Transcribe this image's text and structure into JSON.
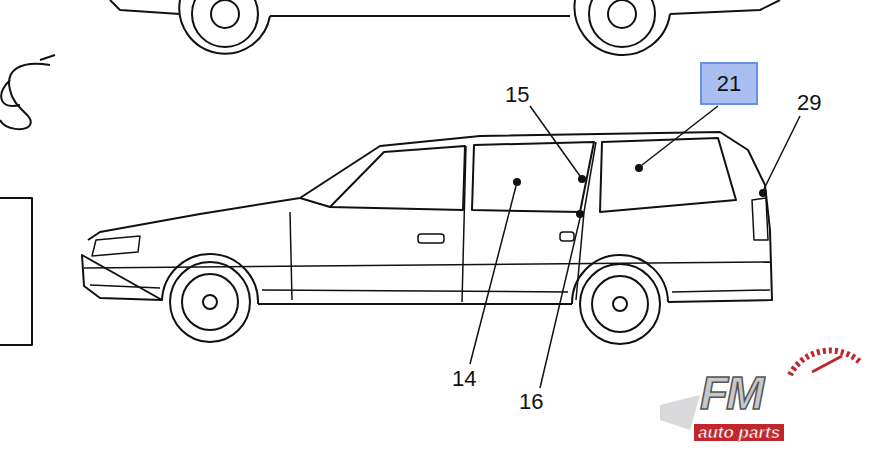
{
  "diagram": {
    "nodes": [
      {
        "text": [
          "21"
        ]
      }
    ],
    "labels": [
      "15",
      "29",
      "14",
      "16",
      "FM",
      "auto parts"
    ]
  }
}
